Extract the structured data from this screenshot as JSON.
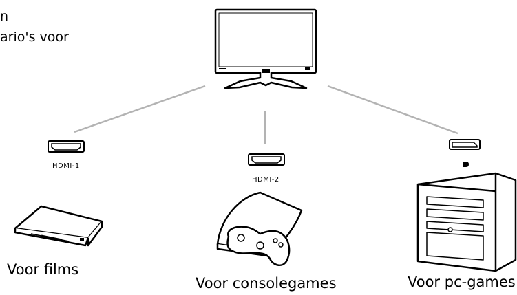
{
  "intro": {
    "line1": "n",
    "line2": "ario's voor"
  },
  "ports": {
    "left": "HDMI-1",
    "middle": "HDMI-2"
  },
  "captions": {
    "films": "Voor films",
    "consoles": "Voor consolegames",
    "pc": "Voor pc-games"
  },
  "colors": {
    "line": "#b3b3b3",
    "stroke": "#000000"
  },
  "icons": {
    "monitor": "monitor-icon",
    "hdmi": "hdmi-port-icon",
    "displayport": "displayport-icon",
    "player": "media-player-icon",
    "console": "game-console-icon",
    "pc": "pc-tower-icon"
  }
}
